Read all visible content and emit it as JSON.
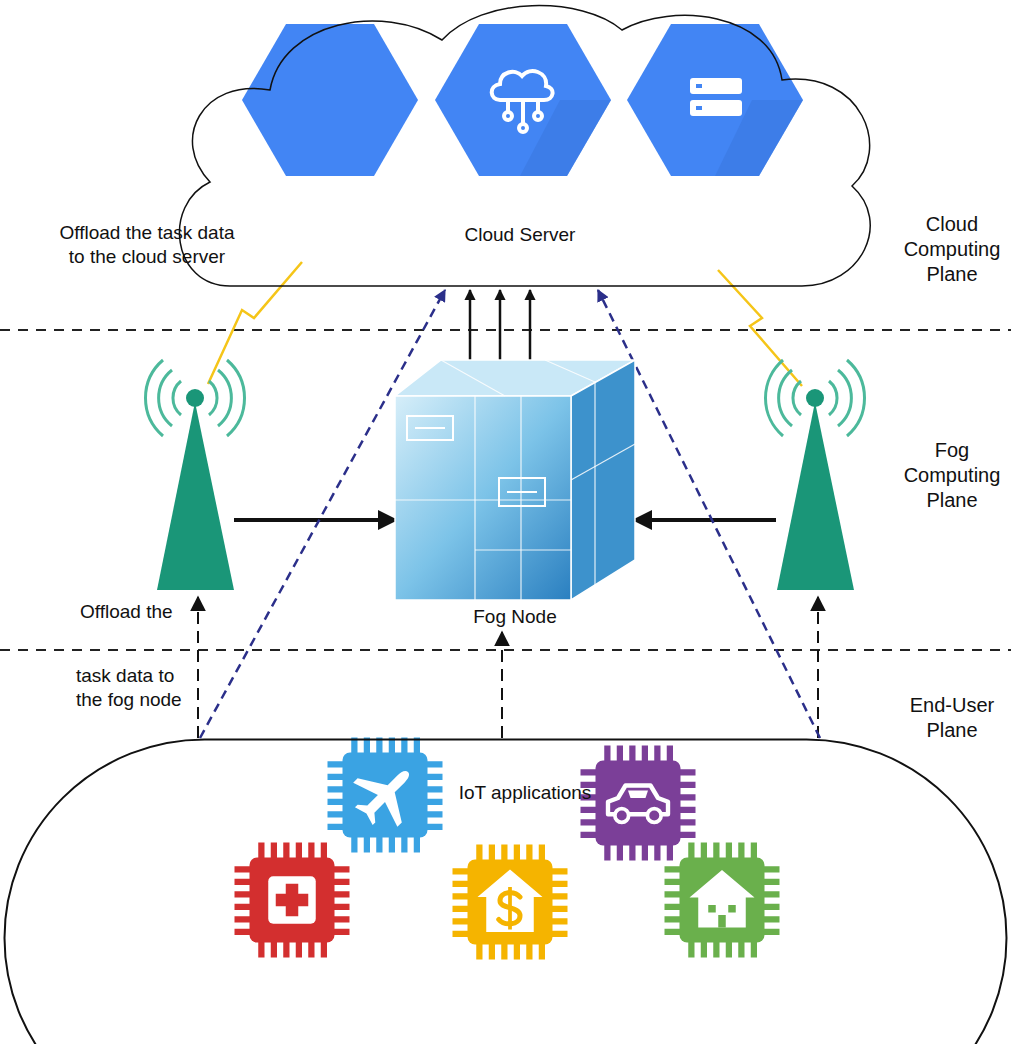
{
  "diagram": {
    "nodes": [
      {
        "text": [
          "Cloud Server"
        ]
      },
      {
        "text": [
          "Fog Node"
        ]
      },
      {
        "text": [
          "IoT applications"
        ]
      }
    ],
    "edges": [
      {
        "from": 1,
        "to": 0,
        "arrow": "to"
      },
      {
        "from": 1,
        "to": 0,
        "arrow": "to"
      },
      {
        "from": 1,
        "to": 0,
        "arrow": "to"
      },
      {
        "from": 2,
        "to": 1,
        "arrow": "to"
      },
      {
        "from": 2,
        "to": 0,
        "arrow": "to"
      },
      {
        "from": 2,
        "to": 0,
        "arrow": "to"
      }
    ],
    "labels": [
      "Offload the task data to the cloud server",
      "Cloud Computing Plane",
      "Fog Computing Plane",
      "Offload the",
      "task data to the fog node",
      "End-User Plane"
    ]
  }
}
